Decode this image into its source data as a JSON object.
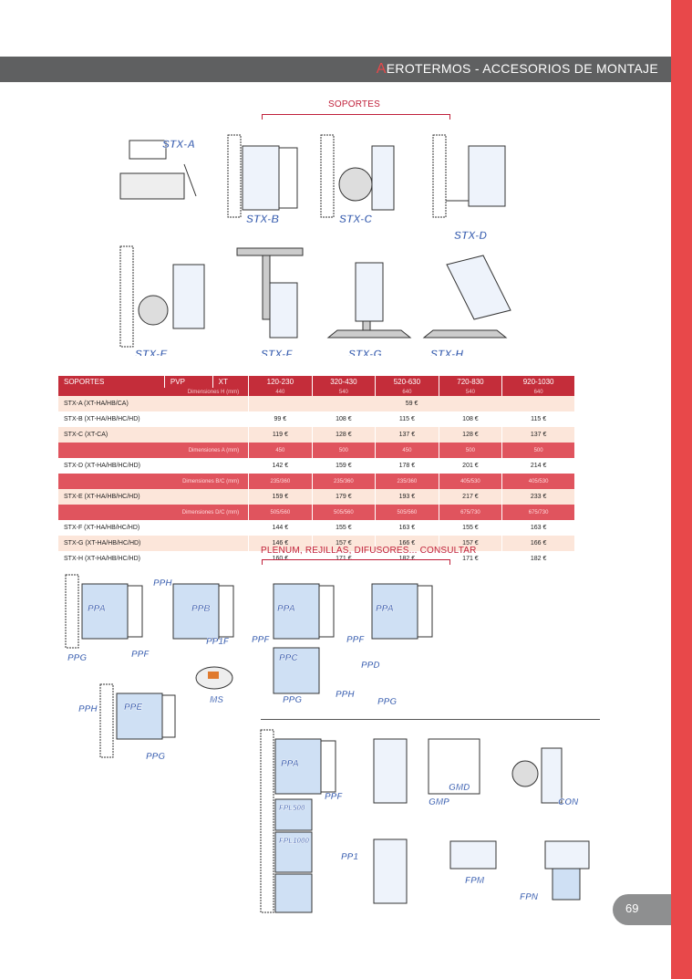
{
  "header": {
    "title_first": "A",
    "title_rest": "EROTERMOS - ACCESORIOS DE MONTAJE"
  },
  "sections": {
    "soportes": "SOPORTES",
    "plenum": "PLENUM, REJILLAS, DIFUSORES... CONSULTAR"
  },
  "diagram_tags": [
    "STX-A",
    "STX-B",
    "STX-C",
    "STX-D",
    "STX-E",
    "STX-F",
    "STX-G",
    "STX-H",
    "PPA",
    "PPB",
    "PPF",
    "PPG",
    "PPH",
    "PP1F",
    "PPC",
    "PPD",
    "PPE",
    "MS",
    "GMD",
    "GMP",
    "CON",
    "PP1",
    "FPM",
    "FPN",
    "FPL",
    "PPA"
  ],
  "table": {
    "headers": [
      "SOPORTES",
      "PVP",
      "XT",
      "120-230",
      "320-430",
      "520-630",
      "720-830",
      "920-1030"
    ],
    "dimH": {
      "label": "Dimensiones   H (mm)",
      "values": [
        "440",
        "540",
        "640",
        "540",
        "640"
      ]
    },
    "rows": [
      {
        "name": "STX-A (XT-HA/HB/CA)",
        "values": [
          "",
          "",
          "59 €",
          "",
          ""
        ],
        "merged": "59 €"
      },
      {
        "name": "STX-B (XT-HA/HB/HC/HD)",
        "values": [
          "99 €",
          "108 €",
          "115 €",
          "108 €",
          "115 €"
        ]
      },
      {
        "name": "STX-C (XT-CA)",
        "values": [
          "119 €",
          "128 €",
          "137 €",
          "128 €",
          "137 €"
        ]
      },
      {
        "name": "STX-D (XT-HA/HB/HC/HD)",
        "values": [
          "142 €",
          "159 €",
          "178 €",
          "201 €",
          "214 €"
        ]
      },
      {
        "name": "STX-E (XT-HA/HB/HC/HD)",
        "values": [
          "159 €",
          "179 €",
          "193 €",
          "217 €",
          "233 €"
        ]
      },
      {
        "name": "STX-F (XT-HA/HB/HC/HD)",
        "values": [
          "144 €",
          "155 €",
          "163 €",
          "155 €",
          "163 €"
        ]
      },
      {
        "name": "STX-G (XT-HA/HB/HC/HD)",
        "values": [
          "146 €",
          "157 €",
          "166 €",
          "157 €",
          "166 €"
        ]
      },
      {
        "name": "STX-H (XT-HA/HB/HC/HD)",
        "values": [
          "160 €",
          "171 €",
          "182 €",
          "171 €",
          "182 €"
        ]
      }
    ],
    "dimA": {
      "label": "Dimensiones   A (mm)",
      "values": [
        "450",
        "500",
        "450",
        "500",
        "500"
      ]
    },
    "dimBC": {
      "label": "Dimensiones   B/C (mm)",
      "values": [
        "235/360",
        "235/360",
        "235/360",
        "405/530",
        "405/530"
      ]
    },
    "dimDC": {
      "label": "Dimensiones   D/C (mm)",
      "values": [
        "505/560",
        "505/560",
        "505/560",
        "675/730",
        "675/730"
      ]
    }
  },
  "page_number": "69",
  "colors": {
    "accent": "#e8484a",
    "header_bg": "#5f6061",
    "table_head": "#c42d3a",
    "row_alt": "#fce6da",
    "tag_blue": "#3a5fb0"
  }
}
